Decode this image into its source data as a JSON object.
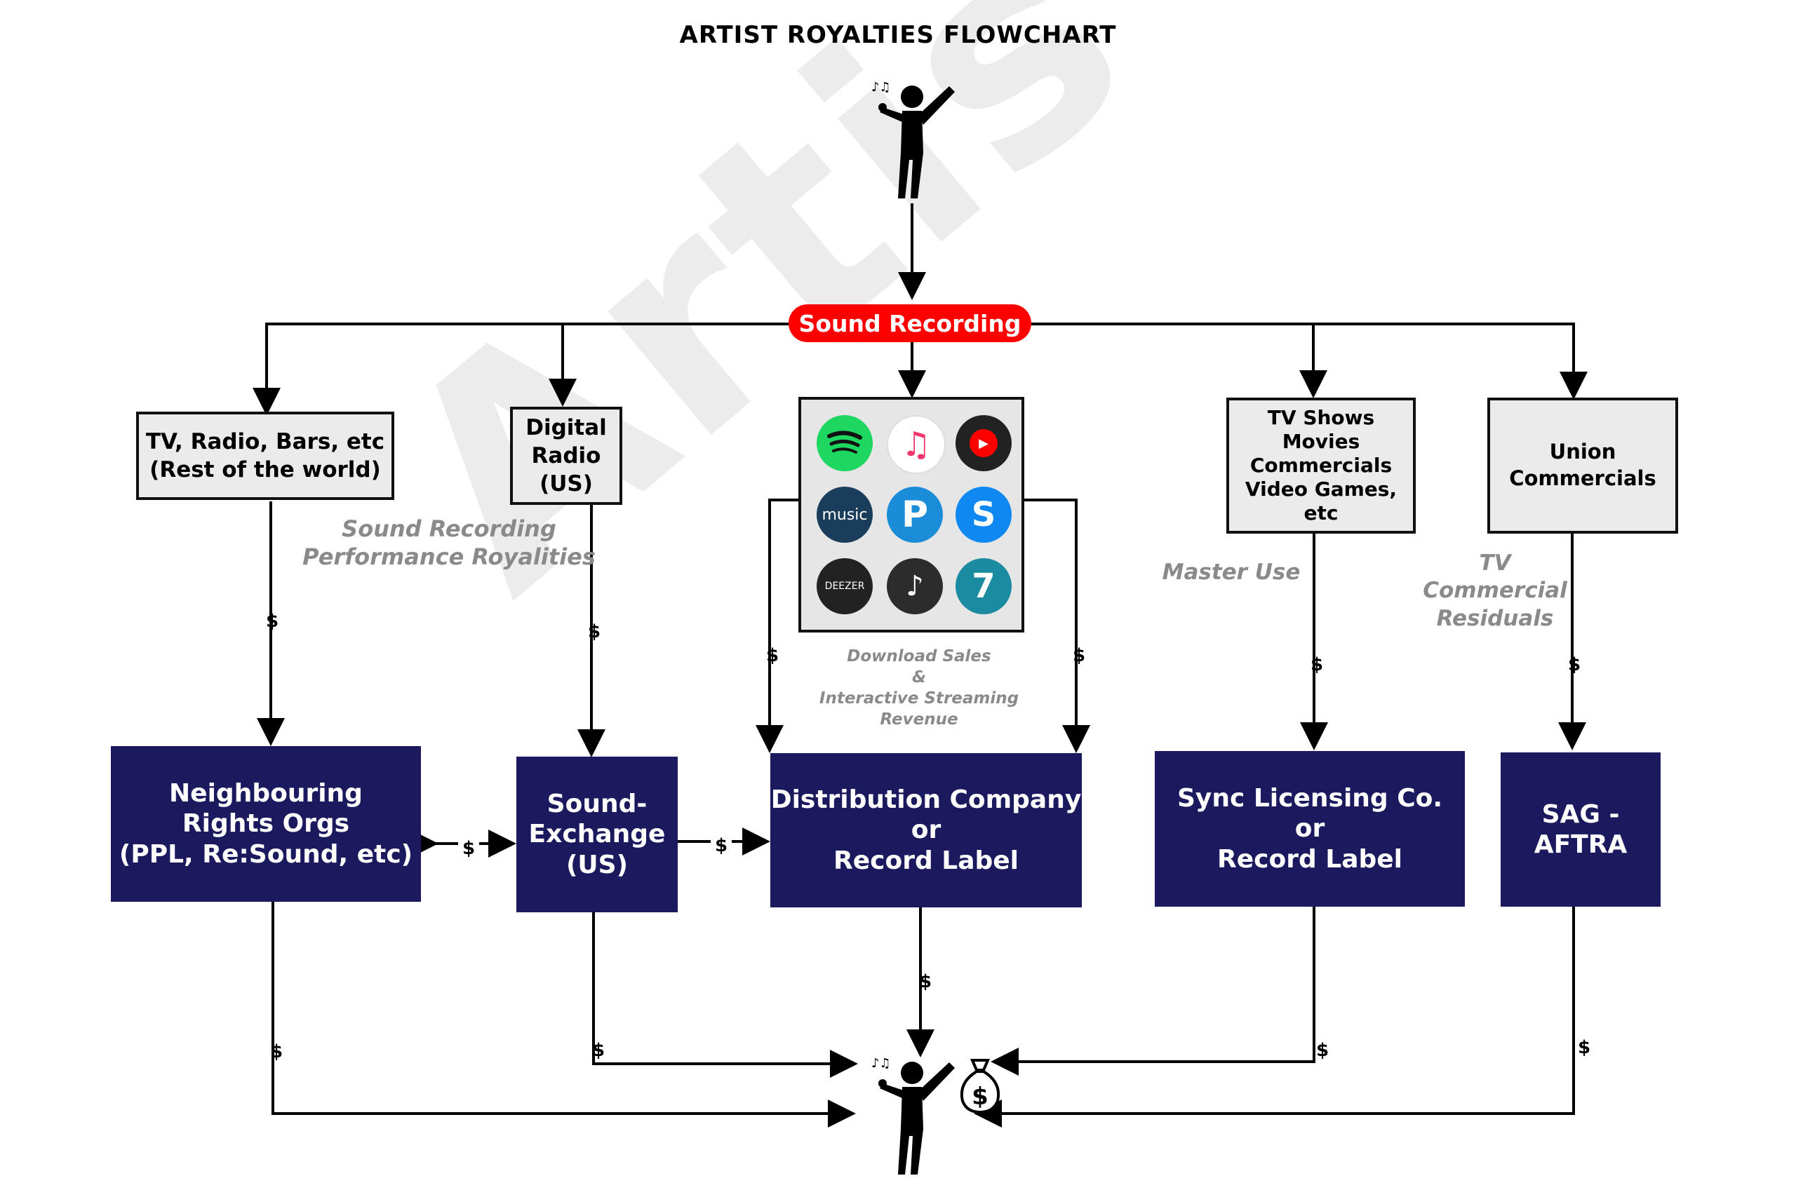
{
  "title": "ARTIST ROYALTIES FLOWCHART",
  "watermark": "Artis Take",
  "source_node": "Sound Recording",
  "sources": {
    "tv_radio": [
      "TV, Radio, Bars, etc",
      "(Rest of the world)"
    ],
    "digital_radio": [
      "Digital",
      "Radio",
      "(US)"
    ],
    "tv_shows": [
      "TV Shows",
      "Movies",
      "Commercials",
      "Video Games, etc"
    ],
    "union": [
      "Union",
      "Commercials"
    ]
  },
  "apps": [
    {
      "icon": "spotify-icon",
      "color": "#1ed760",
      "glyph": ""
    },
    {
      "icon": "apple-music-icon",
      "color": "#ffffff",
      "glyph": "♫"
    },
    {
      "icon": "youtube-music-icon",
      "color": "#222222",
      "glyph": "▶"
    },
    {
      "icon": "amazon-music-icon",
      "color": "#1b3d5c",
      "glyph": "music"
    },
    {
      "icon": "pandora-icon",
      "color": "#1a8cd8",
      "glyph": "P"
    },
    {
      "icon": "shazam-icon",
      "color": "#0f88f2",
      "glyph": "S"
    },
    {
      "icon": "deezer-icon",
      "color": "#222222",
      "glyph": "DEEZER"
    },
    {
      "icon": "jiosaavn-icon",
      "color": "#2c2c2c",
      "glyph": "♪"
    },
    {
      "icon": "tidal-icon",
      "color": "#1a8ba0",
      "glyph": "7"
    }
  ],
  "notes": {
    "performance": [
      "Sound Recording",
      "Performance Royalities"
    ],
    "download": [
      "Download Sales",
      "&",
      "Interactive Streaming Revenue"
    ],
    "master_use": "Master Use",
    "residuals": [
      "TV",
      "Commercial",
      "Residuals"
    ]
  },
  "orgs": {
    "neighbouring": [
      "Neighbouring",
      "Rights Orgs",
      "(PPL, Re:Sound, etc)"
    ],
    "soundexchange": [
      "Sound-",
      "Exchange",
      "(US)"
    ],
    "distribution": [
      "Distribution Company",
      "or",
      "Record Label"
    ],
    "sync": [
      "Sync Licensing Co.",
      "or",
      "Record Label"
    ],
    "sag": [
      "SAG -",
      "AFTRA"
    ]
  },
  "money_symbol": "$",
  "colors": {
    "pill": "#ff0000",
    "navy": "#1c1a5e",
    "gray_box": "#ebebeb",
    "note": "#8a8a8a"
  }
}
